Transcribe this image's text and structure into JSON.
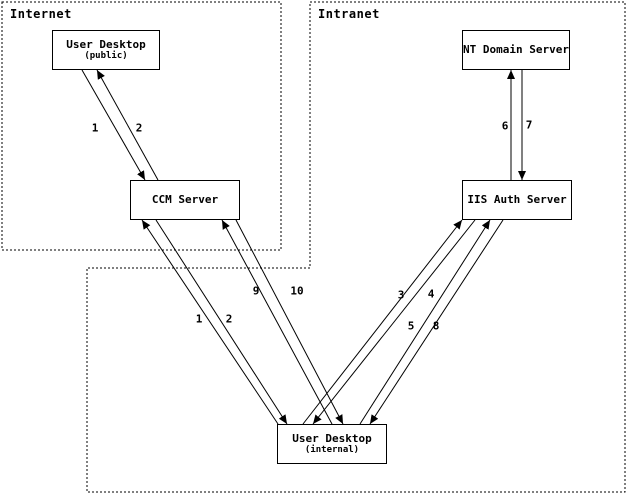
{
  "diagram": {
    "zones": {
      "internet": {
        "label": "Internet"
      },
      "intranet": {
        "label": "Intranet"
      }
    },
    "nodes": {
      "user_desktop_public": {
        "label": "User Desktop",
        "sublabel": "(public)"
      },
      "nt_domain_server": {
        "label": "NT Domain Server"
      },
      "ccm_server": {
        "label": "CCM Server"
      },
      "iis_auth_server": {
        "label": "IIS Auth Server"
      },
      "user_desktop_internal": {
        "label": "User Desktop",
        "sublabel": "(internal)"
      }
    },
    "flow_labels": {
      "f1a": "1",
      "f2a": "2",
      "f1b": "1",
      "f2b": "2",
      "f3": "3",
      "f4": "4",
      "f5": "5",
      "f6": "6",
      "f7": "7",
      "f8": "8",
      "f9": "9",
      "f10": "10"
    },
    "colors": {
      "line": "#000000",
      "background": "#ffffff"
    }
  }
}
